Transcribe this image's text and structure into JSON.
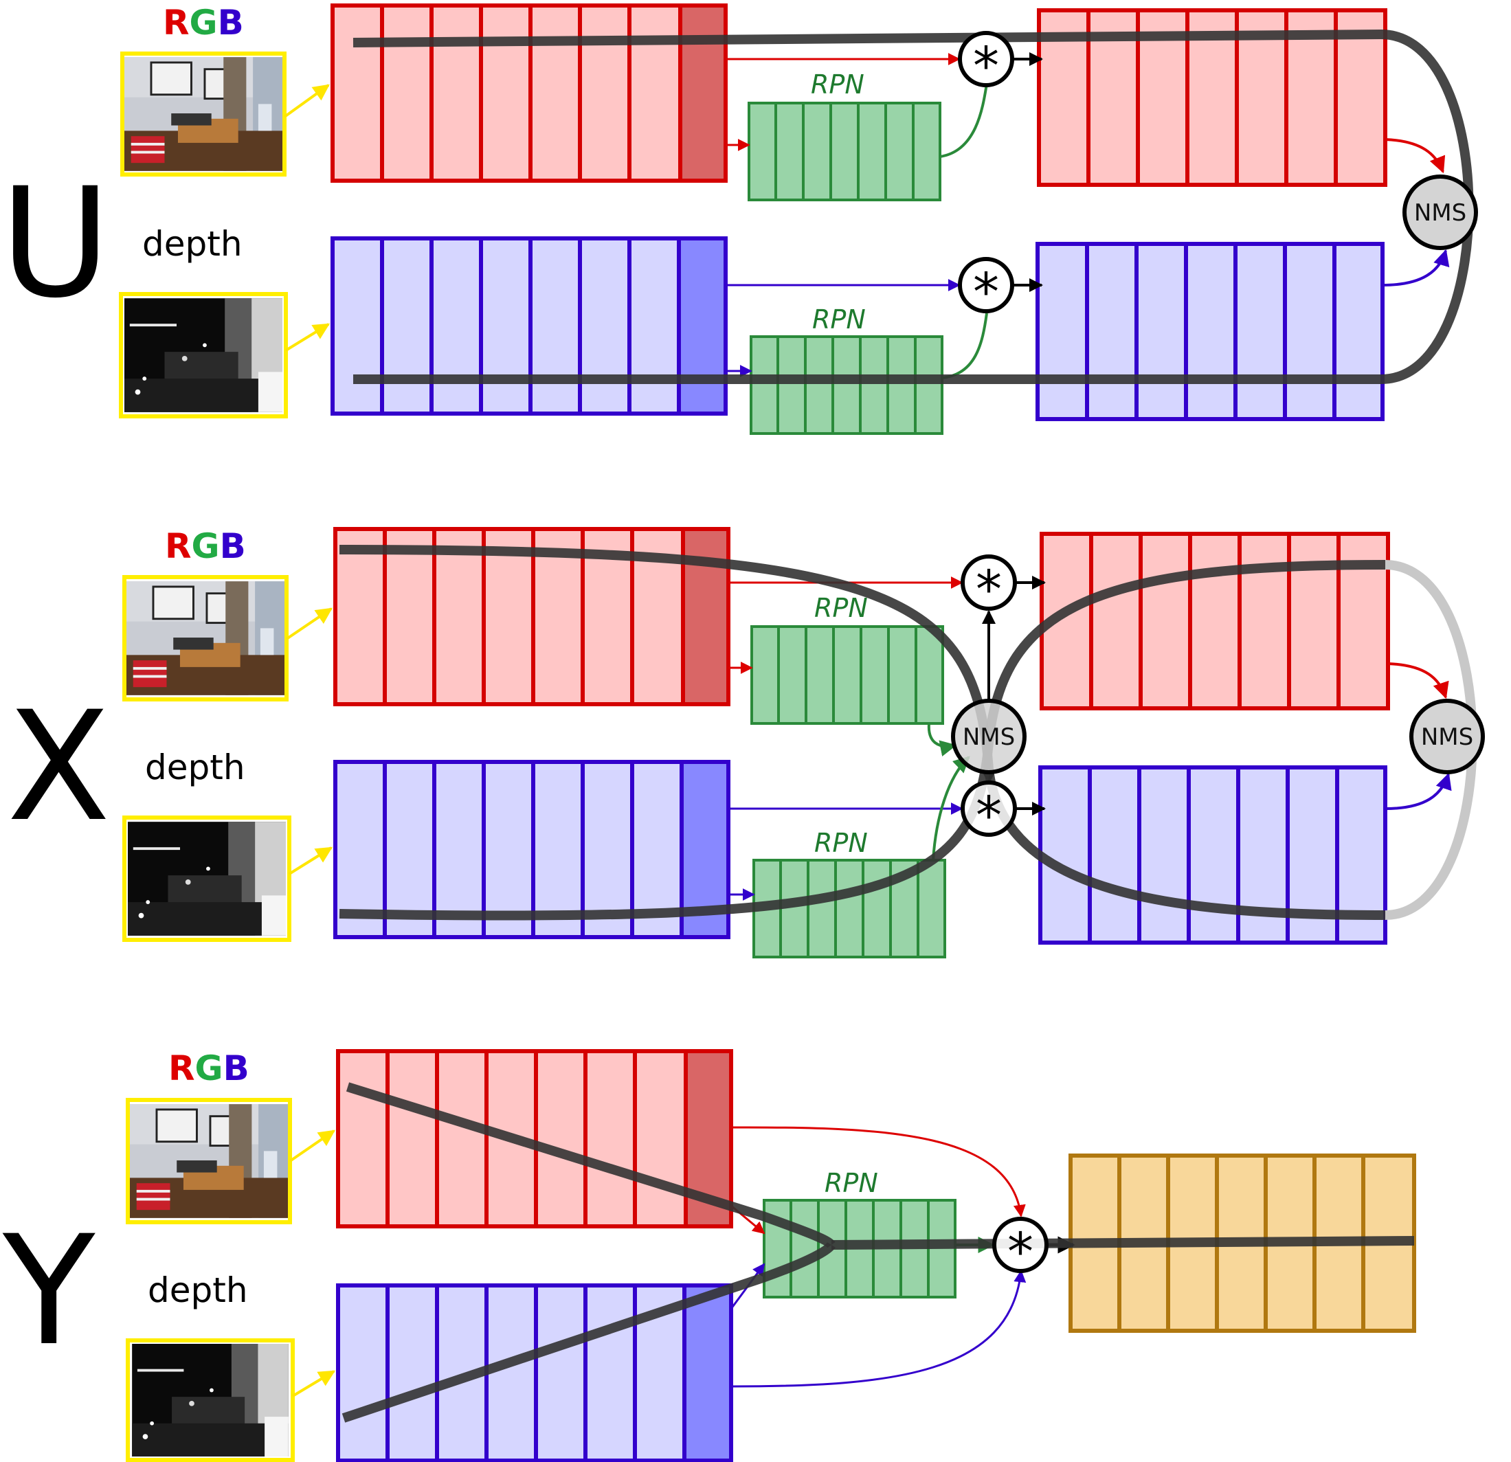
{
  "panels": [
    {
      "letter": "U",
      "rgb_label": [
        "R",
        "G",
        "B"
      ],
      "depth_label": "depth",
      "rpn_labels": [
        "RPN",
        "RPN"
      ],
      "nms_labels": [
        "NMS"
      ],
      "star_symbol": "*"
    },
    {
      "letter": "X",
      "rgb_label": [
        "R",
        "G",
        "B"
      ],
      "depth_label": "depth",
      "rpn_labels": [
        "RPN",
        "RPN"
      ],
      "nms_labels": [
        "NMS",
        "NMS"
      ],
      "star_symbol": "*"
    },
    {
      "letter": "Y",
      "rgb_label": [
        "R",
        "G",
        "B"
      ],
      "depth_label": "depth",
      "rpn_labels": [
        "RPN"
      ],
      "nms_labels": [],
      "star_symbol": "*"
    }
  ],
  "colors": {
    "rgb_r": "#dd0000",
    "rgb_g": "#22aa44",
    "rgb_b": "#3300cc",
    "red_stroke": "#d40000",
    "red_fill": "#ffc6c6",
    "red_dark": "#d96666",
    "blue_stroke": "#3300cc",
    "blue_fill": "#d6d6ff",
    "blue_dark": "#8888ff",
    "green_stroke": "#2a8a3a",
    "green_fill": "#99d4a8",
    "orange_stroke": "#b07810",
    "orange_fill": "#f8d79a",
    "thumb_border": "#ffee00",
    "path_dark": "#333333",
    "path_light": "#c8c8c8"
  },
  "icons": [
    "rgb-image-thumbnail",
    "depth-image-thumbnail",
    "multiply-star-icon",
    "nms-circle-icon"
  ]
}
